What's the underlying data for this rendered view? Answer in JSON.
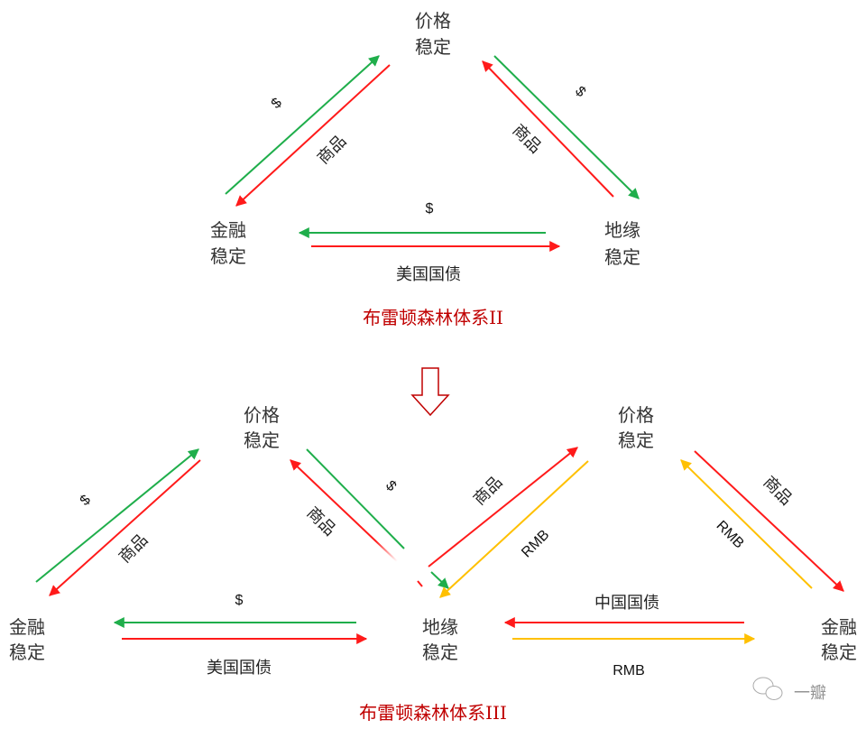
{
  "colors": {
    "green": "#1fae4b",
    "red": "#ff1a1a",
    "yellow": "#ffc000",
    "title": "#c00000"
  },
  "top": {
    "nodes": {
      "price": [
        "价格",
        "稳定"
      ],
      "finance": [
        "金融",
        "稳定"
      ],
      "geo": [
        "地缘",
        "稳定"
      ]
    },
    "left_edge": {
      "flow_up": "$",
      "flow_down": "商品"
    },
    "right_edge": {
      "flow_down": "$",
      "flow_up": "商品"
    },
    "bottom_edge": {
      "flow_left": "$",
      "flow_right": "美国国债"
    },
    "title": "布雷顿森林体系II"
  },
  "transition_icon": "hollow-down-arrow",
  "bottom_left": {
    "nodes": {
      "price": [
        "价格",
        "稳定"
      ],
      "finance": [
        "金融",
        "稳定"
      ],
      "geo": [
        "地缘",
        "稳定"
      ]
    },
    "left_edge": {
      "flow_up": "$",
      "flow_down": "商品"
    },
    "right_edge": {
      "flow_down": "$",
      "flow_up": "商品"
    },
    "bottom_edge": {
      "flow_left": "$",
      "flow_right": "美国国债"
    }
  },
  "bottom_right": {
    "nodes": {
      "price": [
        "价格",
        "稳定"
      ],
      "finance": [
        "金融",
        "稳定"
      ]
    },
    "left_edge": {
      "flow_up": "商品",
      "flow_down": "RMB"
    },
    "right_edge": {
      "flow_down": "商品",
      "flow_up": "RMB"
    },
    "bottom_edge": {
      "flow_left": "中国国债",
      "flow_right": "RMB"
    }
  },
  "bottom_title": "布雷顿森林体系III",
  "watermark": {
    "icon": "wechat-icon",
    "text": "一瓣"
  }
}
